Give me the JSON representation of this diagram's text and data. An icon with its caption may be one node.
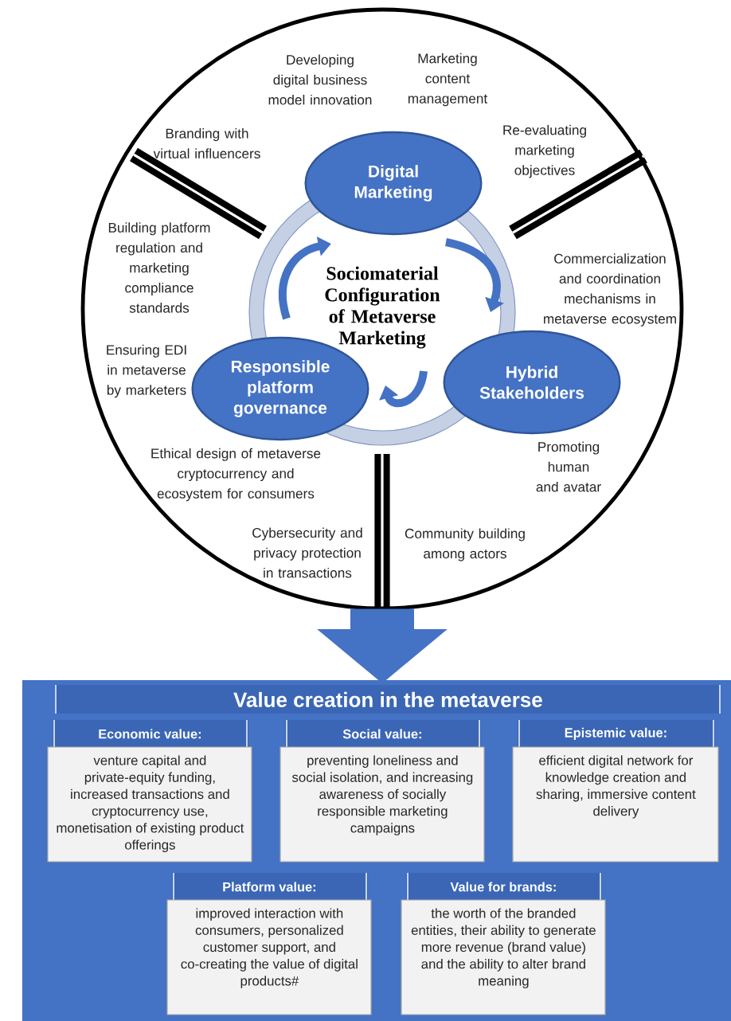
{
  "diagram": {
    "nodes": [
      {
        "text": [],
        "shape": "circle"
      },
      {
        "text": [
          "Digital Marketing"
        ],
        "in": 0
      },
      {
        "text": [
          "Responsible platform governance"
        ],
        "in": 0
      },
      {
        "text": [
          "Hybrid Stakeholders"
        ],
        "in": 0
      },
      {
        "text": [
          "Value creation in the metaverse"
        ]
      },
      {
        "text": [
          "Economic value:",
          "venture capital and private-equity funding, increased transactions and cryptocurrency use, monetisation of existing product offerings"
        ],
        "in": 4
      },
      {
        "text": [
          "Social value:",
          "preventing loneliness and social isolation, and increasing awareness of socially responsible marketing campaigns"
        ],
        "in": 4
      },
      {
        "text": [
          "Epistemic value:",
          "efficient digital network for knowledge creation and sharing, immersive content delivery"
        ],
        "in": 4
      },
      {
        "text": [
          "Platform value:",
          "improved interaction with consumers, personalized customer support, and co-creating the value of digital products#"
        ],
        "in": 4
      },
      {
        "text": [
          "Value for brands:",
          "the worth of the branded entities, their ability to generate more revenue (brand value) and the ability to alter brand meaning"
        ],
        "in": 4
      }
    ],
    "edges": [
      {
        "from": 0,
        "to": 4,
        "arrow": "to"
      }
    ],
    "labels": [
      "Developing digital business model innovation",
      "Marketing content management",
      "Branding with virtual influencers",
      "Re-evaluating marketing objectives",
      "Building platform regulation and marketing compliance standards",
      "Sociomaterial Configuration of Metaverse Marketing",
      "Commercialization and coordination mechanisms in metaverse ecosystem",
      "Ensuring EDI in metaverse by marketers",
      "Ethical design of metaverse cryptocurrency and ecosystem for consumers",
      "Promoting human and avatar",
      "Cybersecurity and privacy protection in transactions",
      "Community building among actors"
    ]
  }
}
